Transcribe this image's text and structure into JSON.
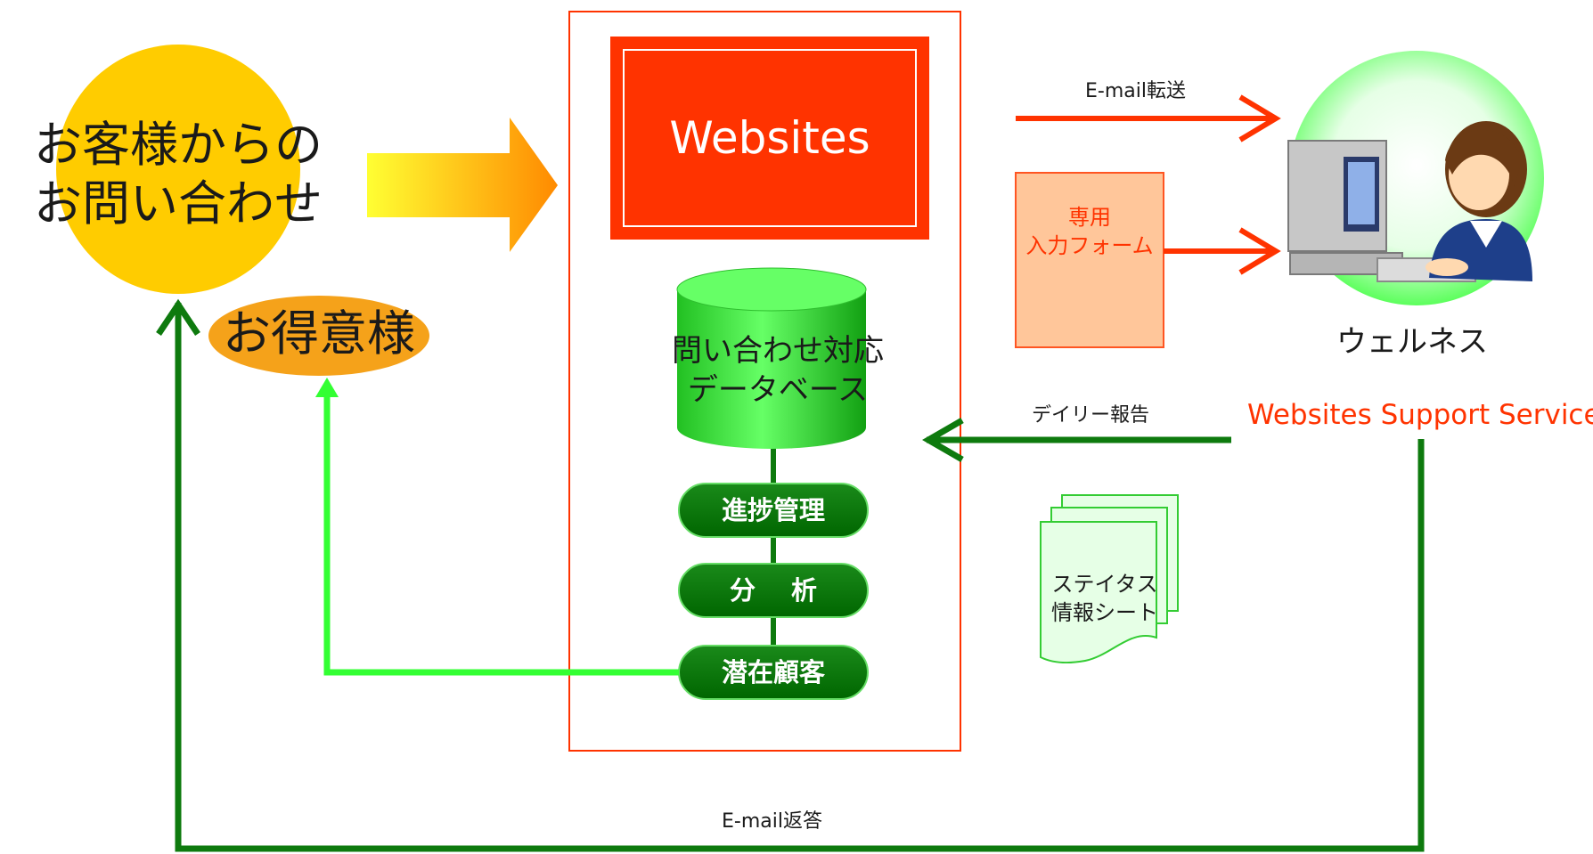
{
  "customer": {
    "title_line1": "お客様からの",
    "title_line2": "お問い合わせ",
    "vip": "お得意様"
  },
  "system": {
    "brand": "Websites",
    "database_line1": "問い合わせ対応",
    "database_line2": "データベース",
    "modules": [
      "進捗管理",
      "分 析",
      "潜在顧客"
    ]
  },
  "routing": {
    "email_forward": "E-mail転送",
    "form_line1": "専用",
    "form_line2": "入力フォーム",
    "daily_report": "デイリー報告",
    "status_sheet_line1": "ステイタス",
    "status_sheet_line2": "情報シート",
    "email_reply": "E-mail返答"
  },
  "operator": {
    "name": "ウェルネス",
    "service": "Websites Support Service"
  },
  "colors": {
    "brand_red": "#ff3300",
    "dark_green": "#0e7a0e",
    "light_green": "#33ff33",
    "customer_yellow": "#ffcc00",
    "vip_orange": "#f5a21a",
    "form_peach": "#ffc69a"
  }
}
